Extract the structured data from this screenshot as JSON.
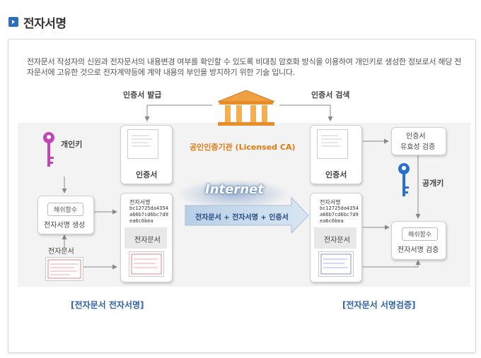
{
  "header": {
    "title": "전자서명"
  },
  "intro": "전자문서 작성자의 신원과 전자문서의 내용변경 여부를 확인할 수 있도록 비대칭 암호화 방식을 이용하여 개인키로 생성한 정보로서 해당 전자문서에 고유한 것으로 전자계약등에 계약 내용의 부인을 방지하기 위한 기술 입니다.",
  "ca": {
    "label": "공인인증기관 (Licensed CA)"
  },
  "cert_issue": "인증서 발급",
  "cert_search": "인증서 검색",
  "left": {
    "private_key": "개인키",
    "hash_fn": "해쉬함수",
    "sig_create": "전자서명 생성",
    "doc_label": "전자문서",
    "cert_label": "인증서",
    "sig_title": "전자서명",
    "sig_code": [
      "bc12725da4354",
      "a66b7cd6bc7d9",
      "ea6c6bea"
    ],
    "sig_doc_label": "전자문서",
    "caption": "[전자문서 전자서명]"
  },
  "internet": {
    "title": "Internet",
    "payload": "전자문서 + 전자서명 + 인증서"
  },
  "right": {
    "cert_label": "인증서",
    "cert_validity": [
      "인증서",
      "유효성 검증"
    ],
    "public_key": "공개키",
    "sig_title": "전자서명",
    "sig_code": [
      "bc12725da4354",
      "a66b7cd6bc7d9",
      "ea6c6bea"
    ],
    "sig_doc_label": "전자문서",
    "hash_fn": "해쉬함수",
    "sig_verify": "전자서명 검증",
    "caption": "[전자문서 서명검증]"
  },
  "colors": {
    "accent_blue": "#2f63a8",
    "ca_orange": "#e07a10",
    "key_pink": "#c245b8",
    "key_blue": "#2a6fd0"
  }
}
